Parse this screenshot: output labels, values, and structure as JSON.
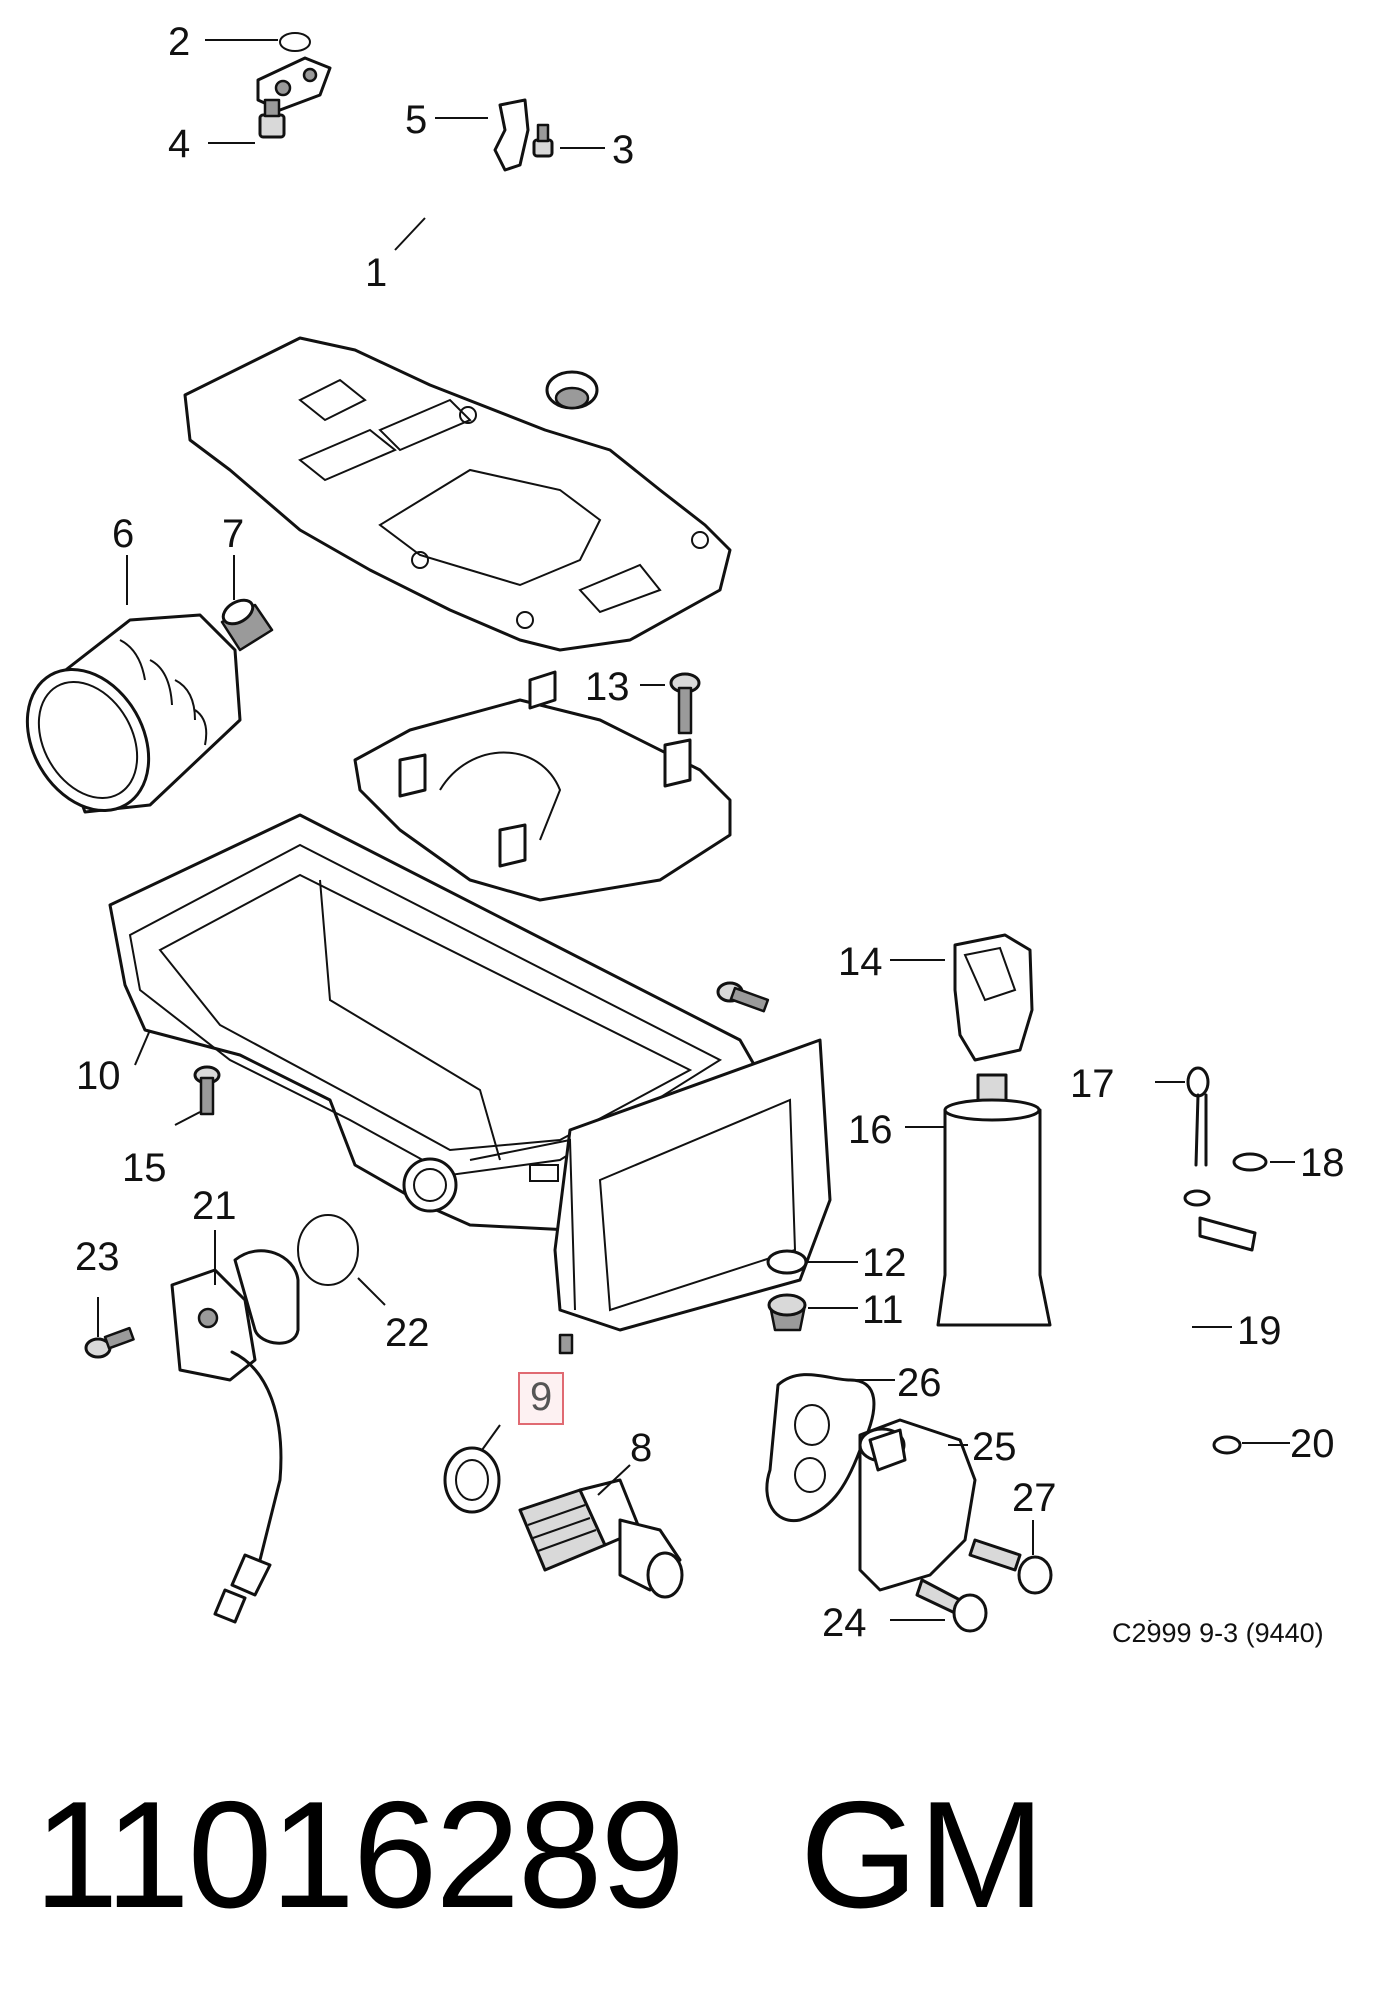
{
  "callouts": [
    {
      "id": "1",
      "label": "1"
    },
    {
      "id": "2",
      "label": "2"
    },
    {
      "id": "3",
      "label": "3"
    },
    {
      "id": "4",
      "label": "4"
    },
    {
      "id": "5",
      "label": "5"
    },
    {
      "id": "6",
      "label": "6"
    },
    {
      "id": "7",
      "label": "7"
    },
    {
      "id": "8",
      "label": "8"
    },
    {
      "id": "9",
      "label": "9",
      "highlighted": true
    },
    {
      "id": "10",
      "label": "10"
    },
    {
      "id": "11",
      "label": "11"
    },
    {
      "id": "12",
      "label": "12"
    },
    {
      "id": "13",
      "label": "13"
    },
    {
      "id": "14",
      "label": "14"
    },
    {
      "id": "15",
      "label": "15"
    },
    {
      "id": "16",
      "label": "16"
    },
    {
      "id": "17",
      "label": "17"
    },
    {
      "id": "18",
      "label": "18"
    },
    {
      "id": "19",
      "label": "19"
    },
    {
      "id": "20",
      "label": "20"
    },
    {
      "id": "21",
      "label": "21"
    },
    {
      "id": "22",
      "label": "22"
    },
    {
      "id": "23",
      "label": "23"
    },
    {
      "id": "24",
      "label": "24"
    },
    {
      "id": "25",
      "label": "25"
    },
    {
      "id": "26",
      "label": "26"
    },
    {
      "id": "27",
      "label": "27"
    }
  ],
  "diagram_reference": "C2999 9-3 (9440)",
  "part_number": "11016289",
  "brand": "GM",
  "highlight_color": "#e06a72"
}
